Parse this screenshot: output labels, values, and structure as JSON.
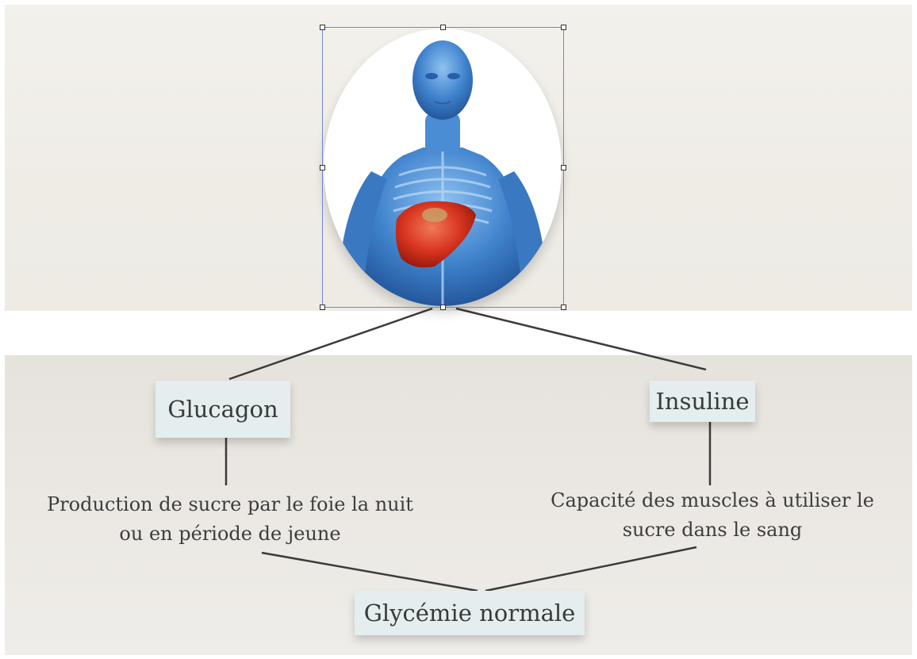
{
  "diagram": {
    "image": {
      "name": "liver-anatomy-image",
      "description_icon": "human-body-liver-illustration"
    },
    "left_node": {
      "label": "Glucagon"
    },
    "right_node": {
      "label": "Insuline"
    },
    "left_description": {
      "line1": "Production de sucre par le foie la nuit",
      "line2": "ou en période de jeune"
    },
    "right_description": {
      "line1": "Capacité des muscles à utiliser le",
      "line2": "sucre dans le sang"
    },
    "bottom_node": {
      "label": "Glycémie normale"
    }
  },
  "colors": {
    "box_fill": "#e4eeee",
    "connector": "#3b3b3b",
    "selection": "#6f86d6",
    "liver": "#d8341f",
    "body": "#3f82cc"
  }
}
